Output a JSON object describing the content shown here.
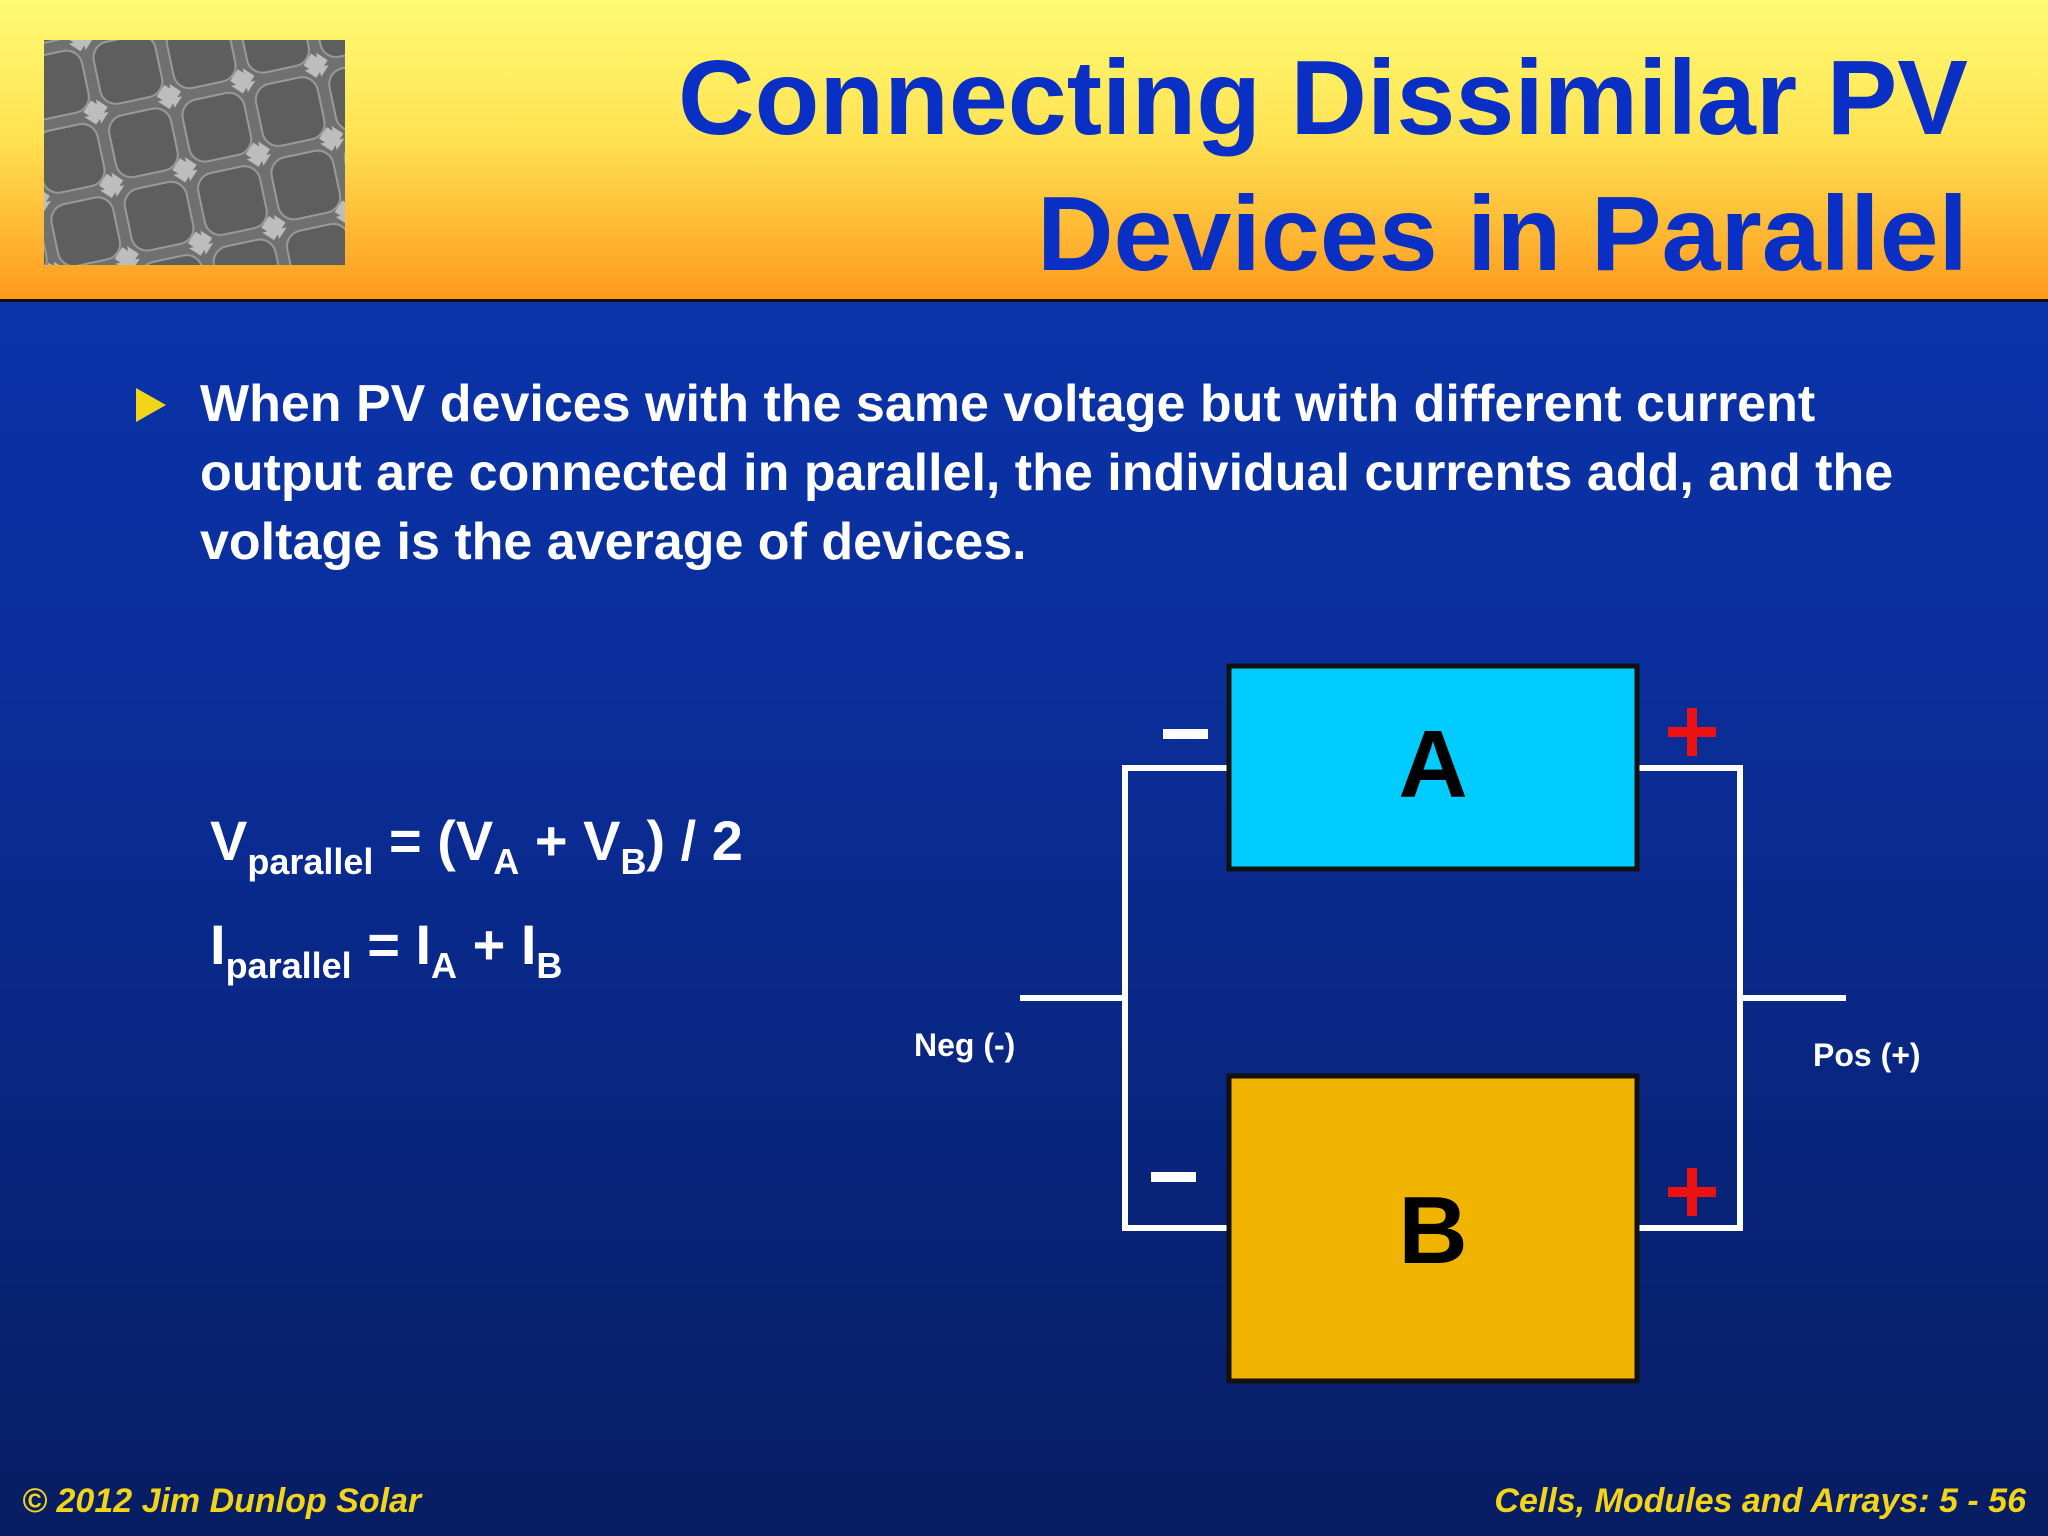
{
  "header": {
    "title_line1": "Connecting Dissimilar PV",
    "title_line2": "Devices in Parallel"
  },
  "bullet": {
    "text": "When PV devices with the same voltage but with different current output are connected in parallel, the individual currents add, and the voltage is the average of devices."
  },
  "formulas": {
    "v": {
      "sym": "V",
      "sub": "parallel",
      "eq": " = (V",
      "a_sub": "A",
      "plus": " + V",
      "b_sub": "B",
      "tail": ") / 2"
    },
    "i": {
      "sym": "I",
      "sub": "parallel",
      "eq": " = I",
      "a_sub": "A",
      "plus": " + I",
      "b_sub": "B"
    }
  },
  "diagram": {
    "device_a_label": "A",
    "device_b_label": "B",
    "neg_label": "Neg (-)",
    "pos_label": "Pos (+)",
    "minus_sign": "−",
    "plus_sign": "+",
    "colors": {
      "device_a": "#00ccff",
      "device_b": "#f0b400",
      "wire": "#ffffff",
      "plus": "#ee1111",
      "minus": "#ffffff"
    }
  },
  "footer": {
    "left": "© 2012 Jim Dunlop Solar",
    "right": "Cells, Modules and Arrays: 5 - 56"
  }
}
